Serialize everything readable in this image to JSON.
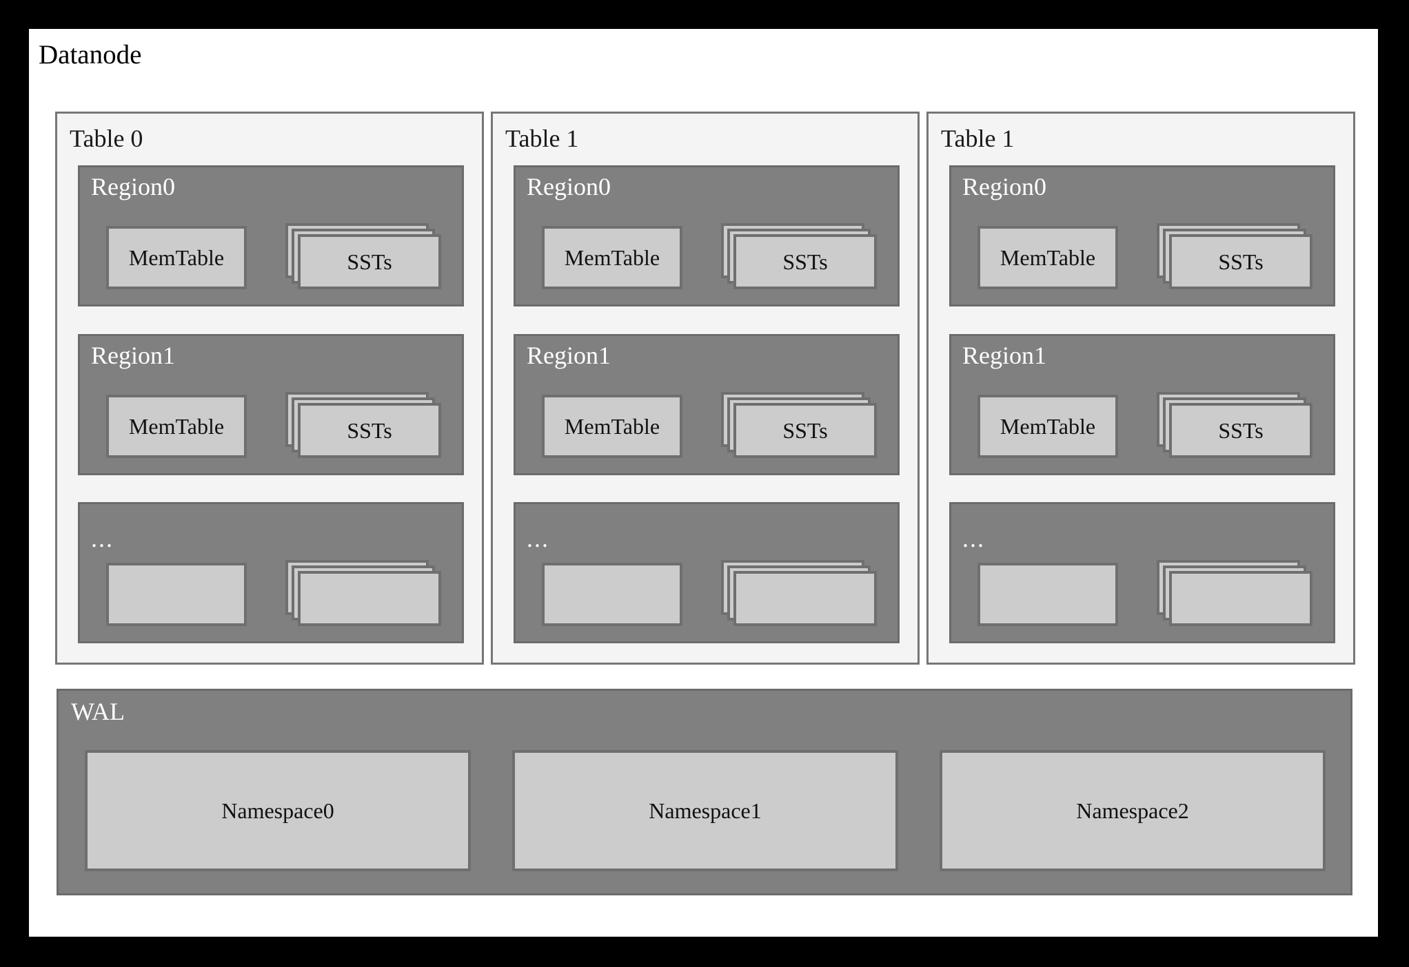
{
  "diagram": {
    "title": "Datanode",
    "colors": {
      "outer_background": "#000000",
      "panel_background": "#ffffff",
      "table_panel_fill": "#f4f4f4",
      "table_panel_border": "#767676",
      "region_fill": "#808080",
      "region_border": "#6b6b6b",
      "inner_box_fill": "#cccccc",
      "inner_box_border": "#6f6f6f",
      "region_label_color": "#ffffff",
      "table_label_color": "#1a1a1a"
    }
  },
  "tables": [
    {
      "label": "Table 0",
      "regions": [
        {
          "label": "Region0",
          "memtable_label": "MemTable",
          "sst_label": "SSTs"
        },
        {
          "label": "Region1",
          "memtable_label": "MemTable",
          "sst_label": "SSTs"
        },
        {
          "label": "...",
          "memtable_label": "",
          "sst_label": ""
        }
      ]
    },
    {
      "label": "Table 1",
      "regions": [
        {
          "label": "Region0",
          "memtable_label": "MemTable",
          "sst_label": "SSTs"
        },
        {
          "label": "Region1",
          "memtable_label": "MemTable",
          "sst_label": "SSTs"
        },
        {
          "label": "...",
          "memtable_label": "",
          "sst_label": ""
        }
      ]
    },
    {
      "label": "Table 1",
      "regions": [
        {
          "label": "Region0",
          "memtable_label": "MemTable",
          "sst_label": "SSTs"
        },
        {
          "label": "Region1",
          "memtable_label": "MemTable",
          "sst_label": "SSTs"
        },
        {
          "label": "...",
          "memtable_label": "",
          "sst_label": ""
        }
      ]
    }
  ],
  "wal": {
    "label": "WAL",
    "namespaces": [
      {
        "label": "Namespace0"
      },
      {
        "label": "Namespace1"
      },
      {
        "label": "Namespace2"
      }
    ]
  }
}
